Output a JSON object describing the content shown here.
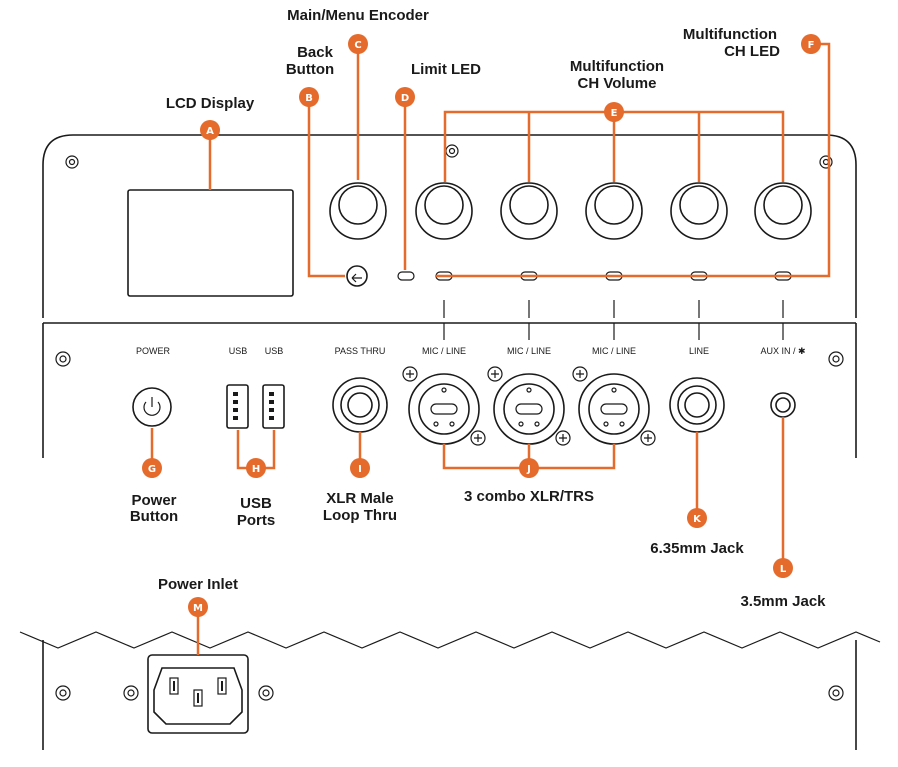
{
  "callouts": {
    "A": {
      "letter": "A",
      "text": "LCD Display"
    },
    "B": {
      "letter": "B",
      "line1": "Back",
      "line2": "Button"
    },
    "C": {
      "letter": "C",
      "text": "Main/Menu Encoder"
    },
    "D": {
      "letter": "D",
      "text": "Limit LED"
    },
    "E": {
      "letter": "E",
      "line1": "Multifunction",
      "line2": "CH Volume"
    },
    "F": {
      "letter": "F",
      "line1": "Multifunction",
      "line2": "CH LED"
    },
    "G": {
      "letter": "G",
      "line1": "Power",
      "line2": "Button"
    },
    "H": {
      "letter": "H",
      "line1": "USB",
      "line2": "Ports"
    },
    "I": {
      "letter": "I",
      "line1": "XLR Male",
      "line2": "Loop Thru"
    },
    "J": {
      "letter": "J",
      "text": "3 combo XLR/TRS"
    },
    "K": {
      "letter": "K",
      "text": "6.35mm Jack"
    },
    "L": {
      "letter": "L",
      "text": "3.5mm Jack"
    },
    "M": {
      "letter": "M",
      "text": "Power Inlet"
    }
  },
  "panel_labels": {
    "power": "POWER",
    "usb1": "USB",
    "usb2": "USB",
    "pass_thru": "PASS THRU",
    "mic_line_1": "MIC / LINE",
    "mic_line_2": "MIC / LINE",
    "mic_line_3": "MIC / LINE",
    "line": "LINE",
    "aux_in": "AUX IN / ✱"
  },
  "colors": {
    "accent": "#e46b2b",
    "ink": "#1a1a1a"
  }
}
